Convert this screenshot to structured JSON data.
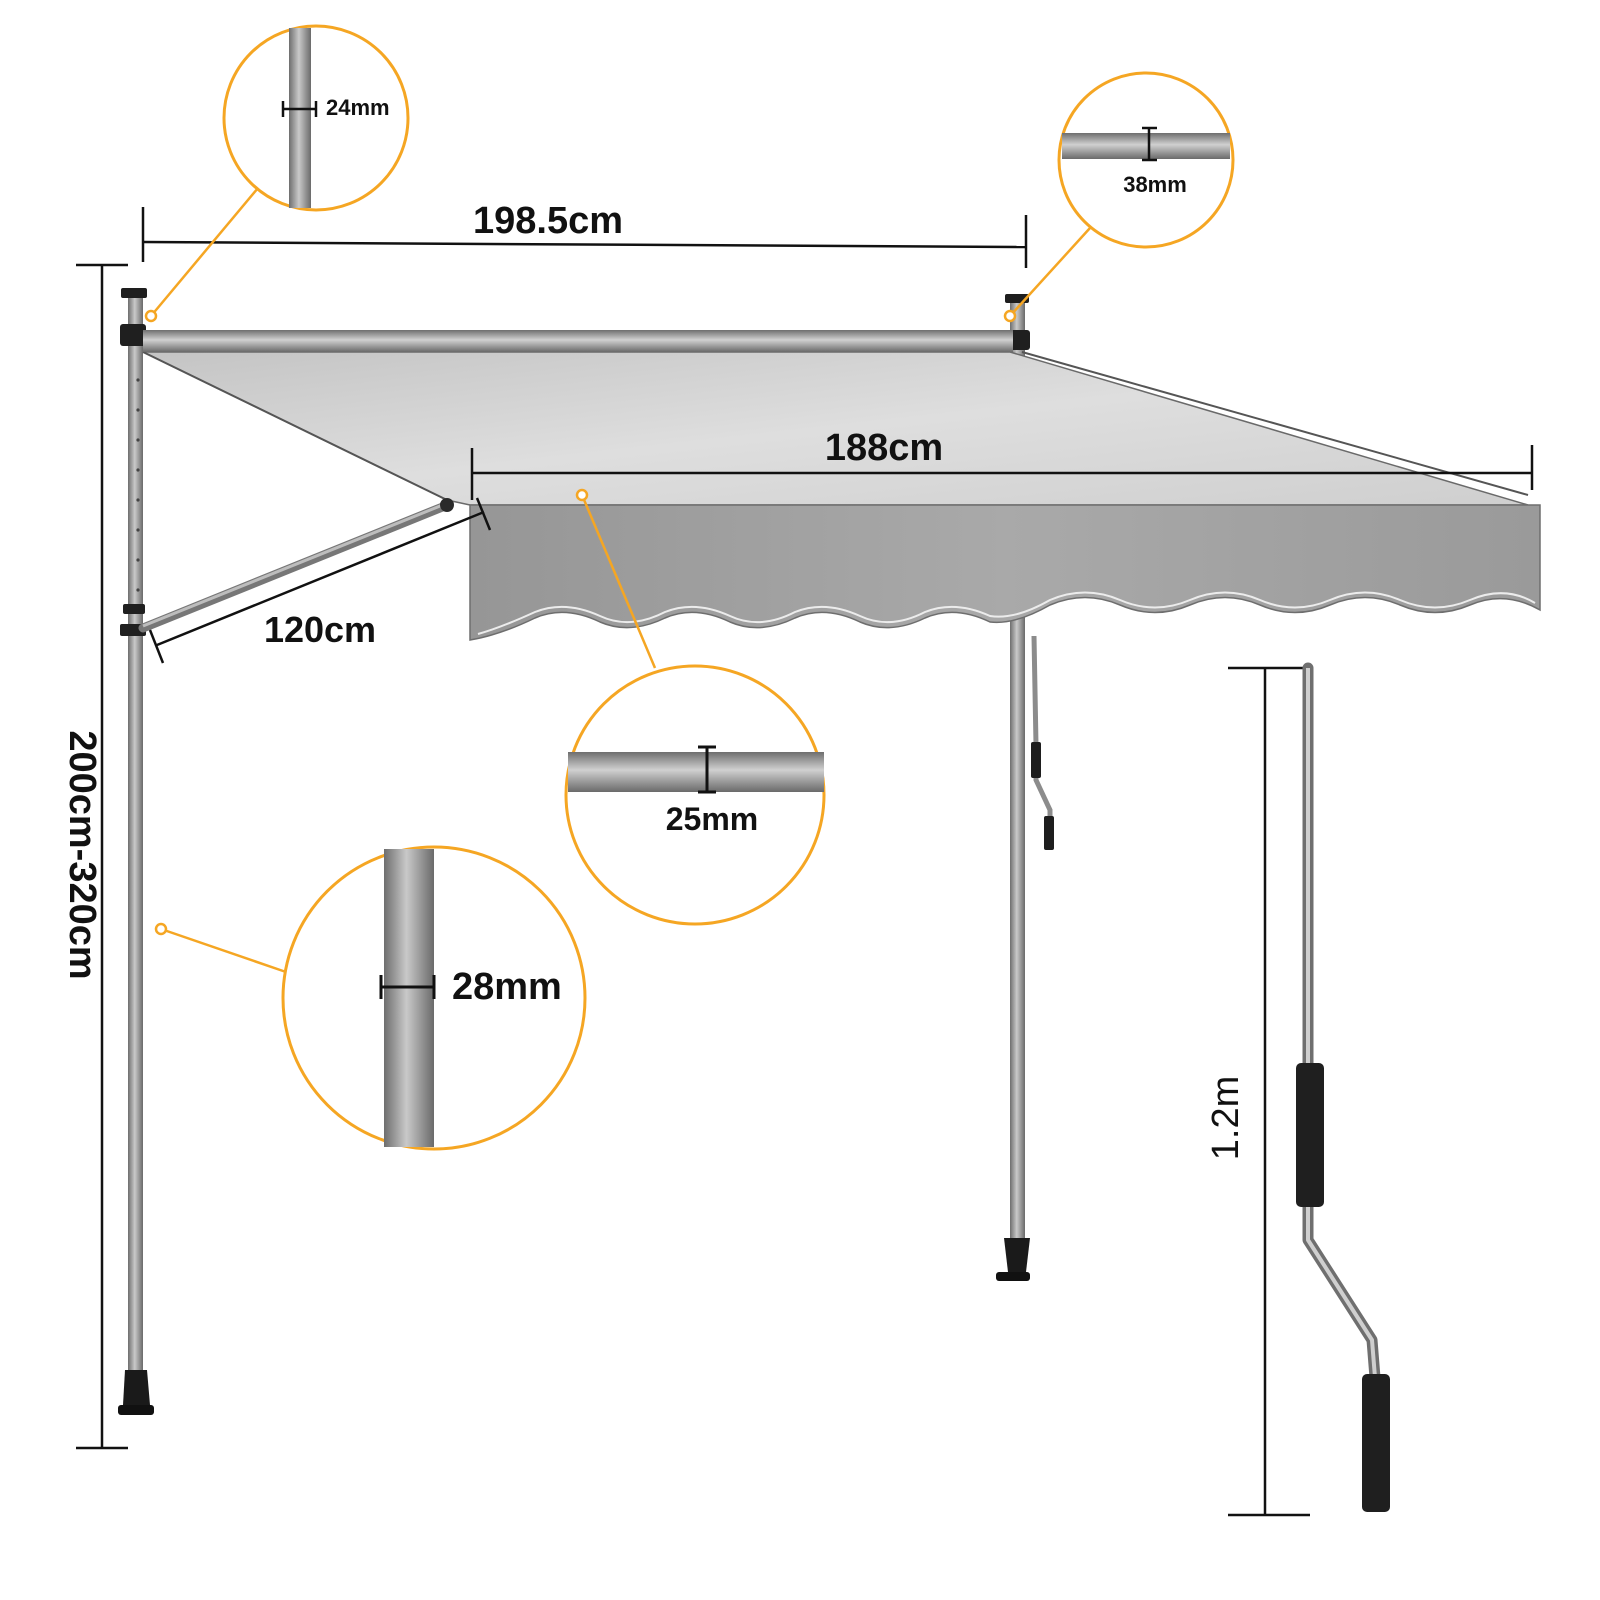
{
  "dimensions": {
    "frame_width": "198.5cm",
    "projection": "188cm",
    "arm_length": "120cm",
    "height_range": "200cm-320cm",
    "crank_length": "1.2m"
  },
  "details": {
    "top_pole": "24mm",
    "roller_tube": "38mm",
    "front_bar": "25mm",
    "main_pole": "28mm"
  },
  "colors": {
    "accent": "#F5A623",
    "fabric_top": "#d2d2d2",
    "fabric_valance": "#9b9b9b",
    "metal": "#9a9a9a",
    "rubber": "#222222"
  }
}
